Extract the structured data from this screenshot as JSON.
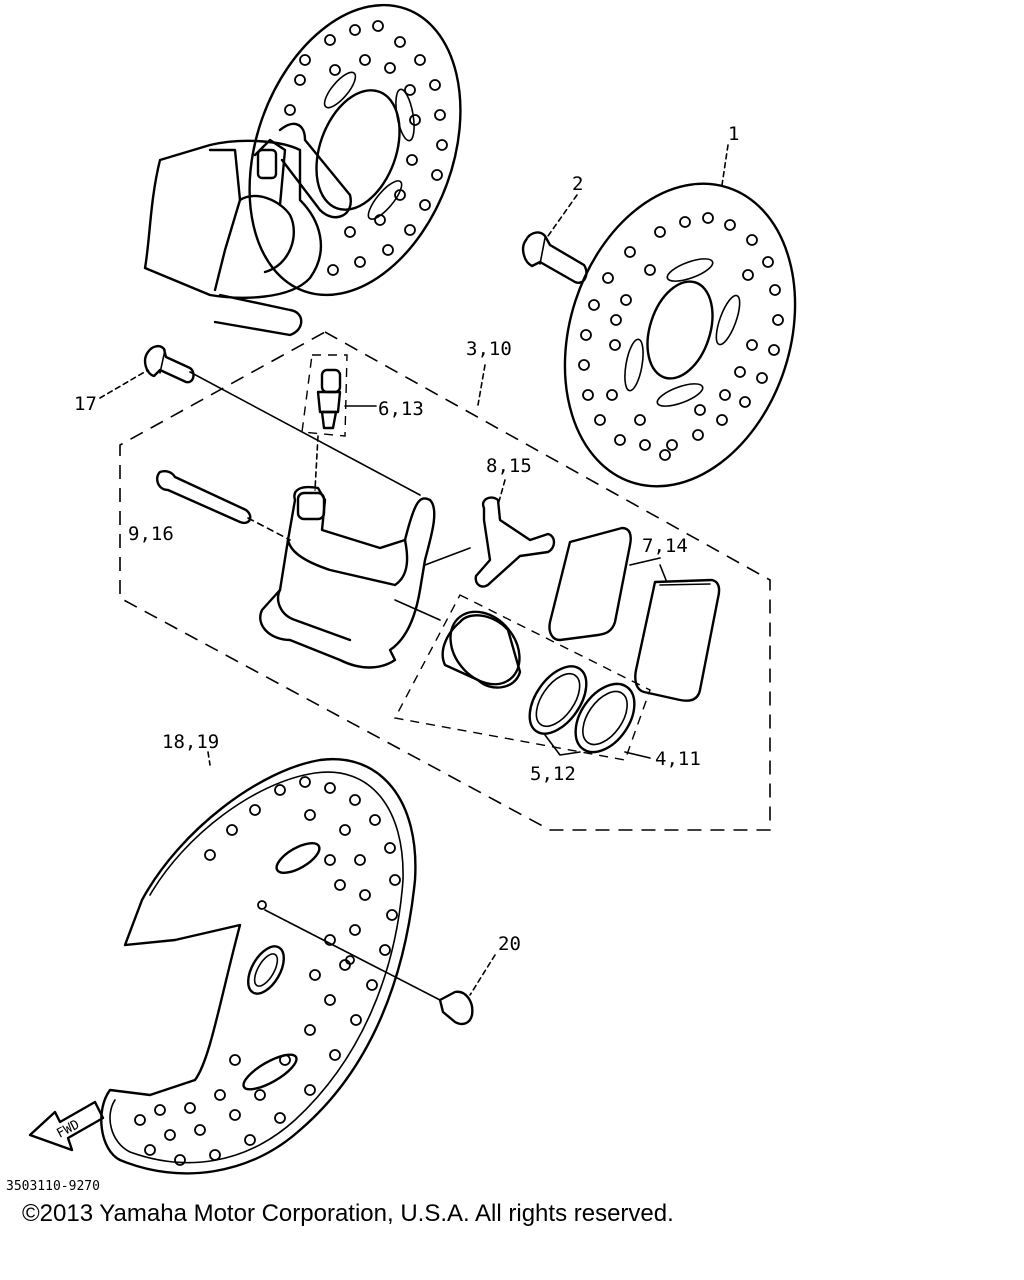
{
  "diagram": {
    "callouts": {
      "c1": "1",
      "c2": "2",
      "c3_10": "3,10",
      "c17": "17",
      "c6_13": "6,13",
      "c8_15": "8,15",
      "c9_16": "9,16",
      "c7_14": "7,14",
      "c18_19": "18,19",
      "c4_11": "4,11",
      "c5_12": "5,12",
      "c20": "20"
    },
    "fwd_label": "FWD",
    "drawing_number": "3503110-9270"
  },
  "footer": {
    "copyright": "©2013 Yamaha Motor Corporation, U.S.A. All rights reserved."
  }
}
